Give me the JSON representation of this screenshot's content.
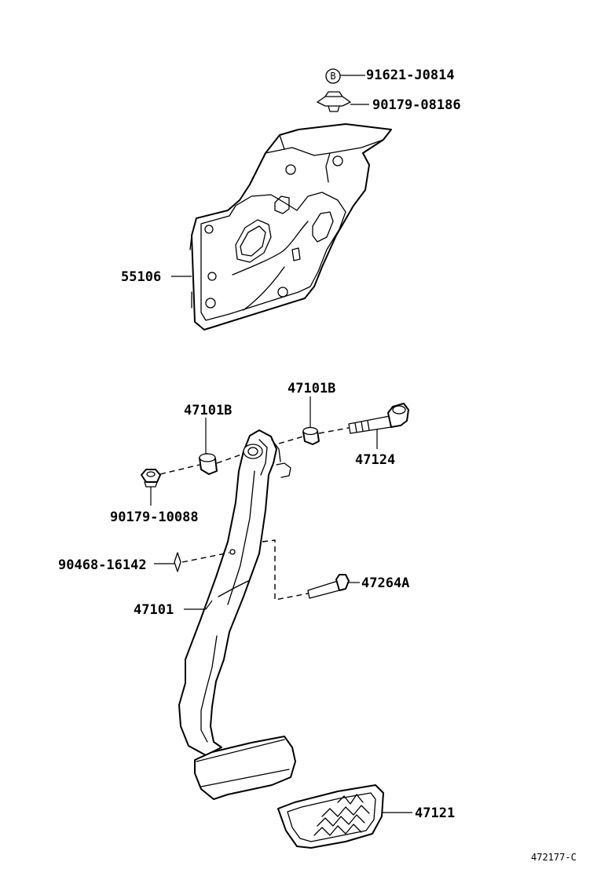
{
  "callouts": {
    "p1": "91621-J0814",
    "p2": "90179-08186",
    "p3": "55106",
    "p4": "47101B",
    "p5": "47101B",
    "p6": "47124",
    "p7": "90179-10088",
    "p8": "90468-16142",
    "p9": "47264A",
    "p10": "47101",
    "p11": "47121"
  },
  "marker": "B",
  "diagram_code": "472177-C"
}
